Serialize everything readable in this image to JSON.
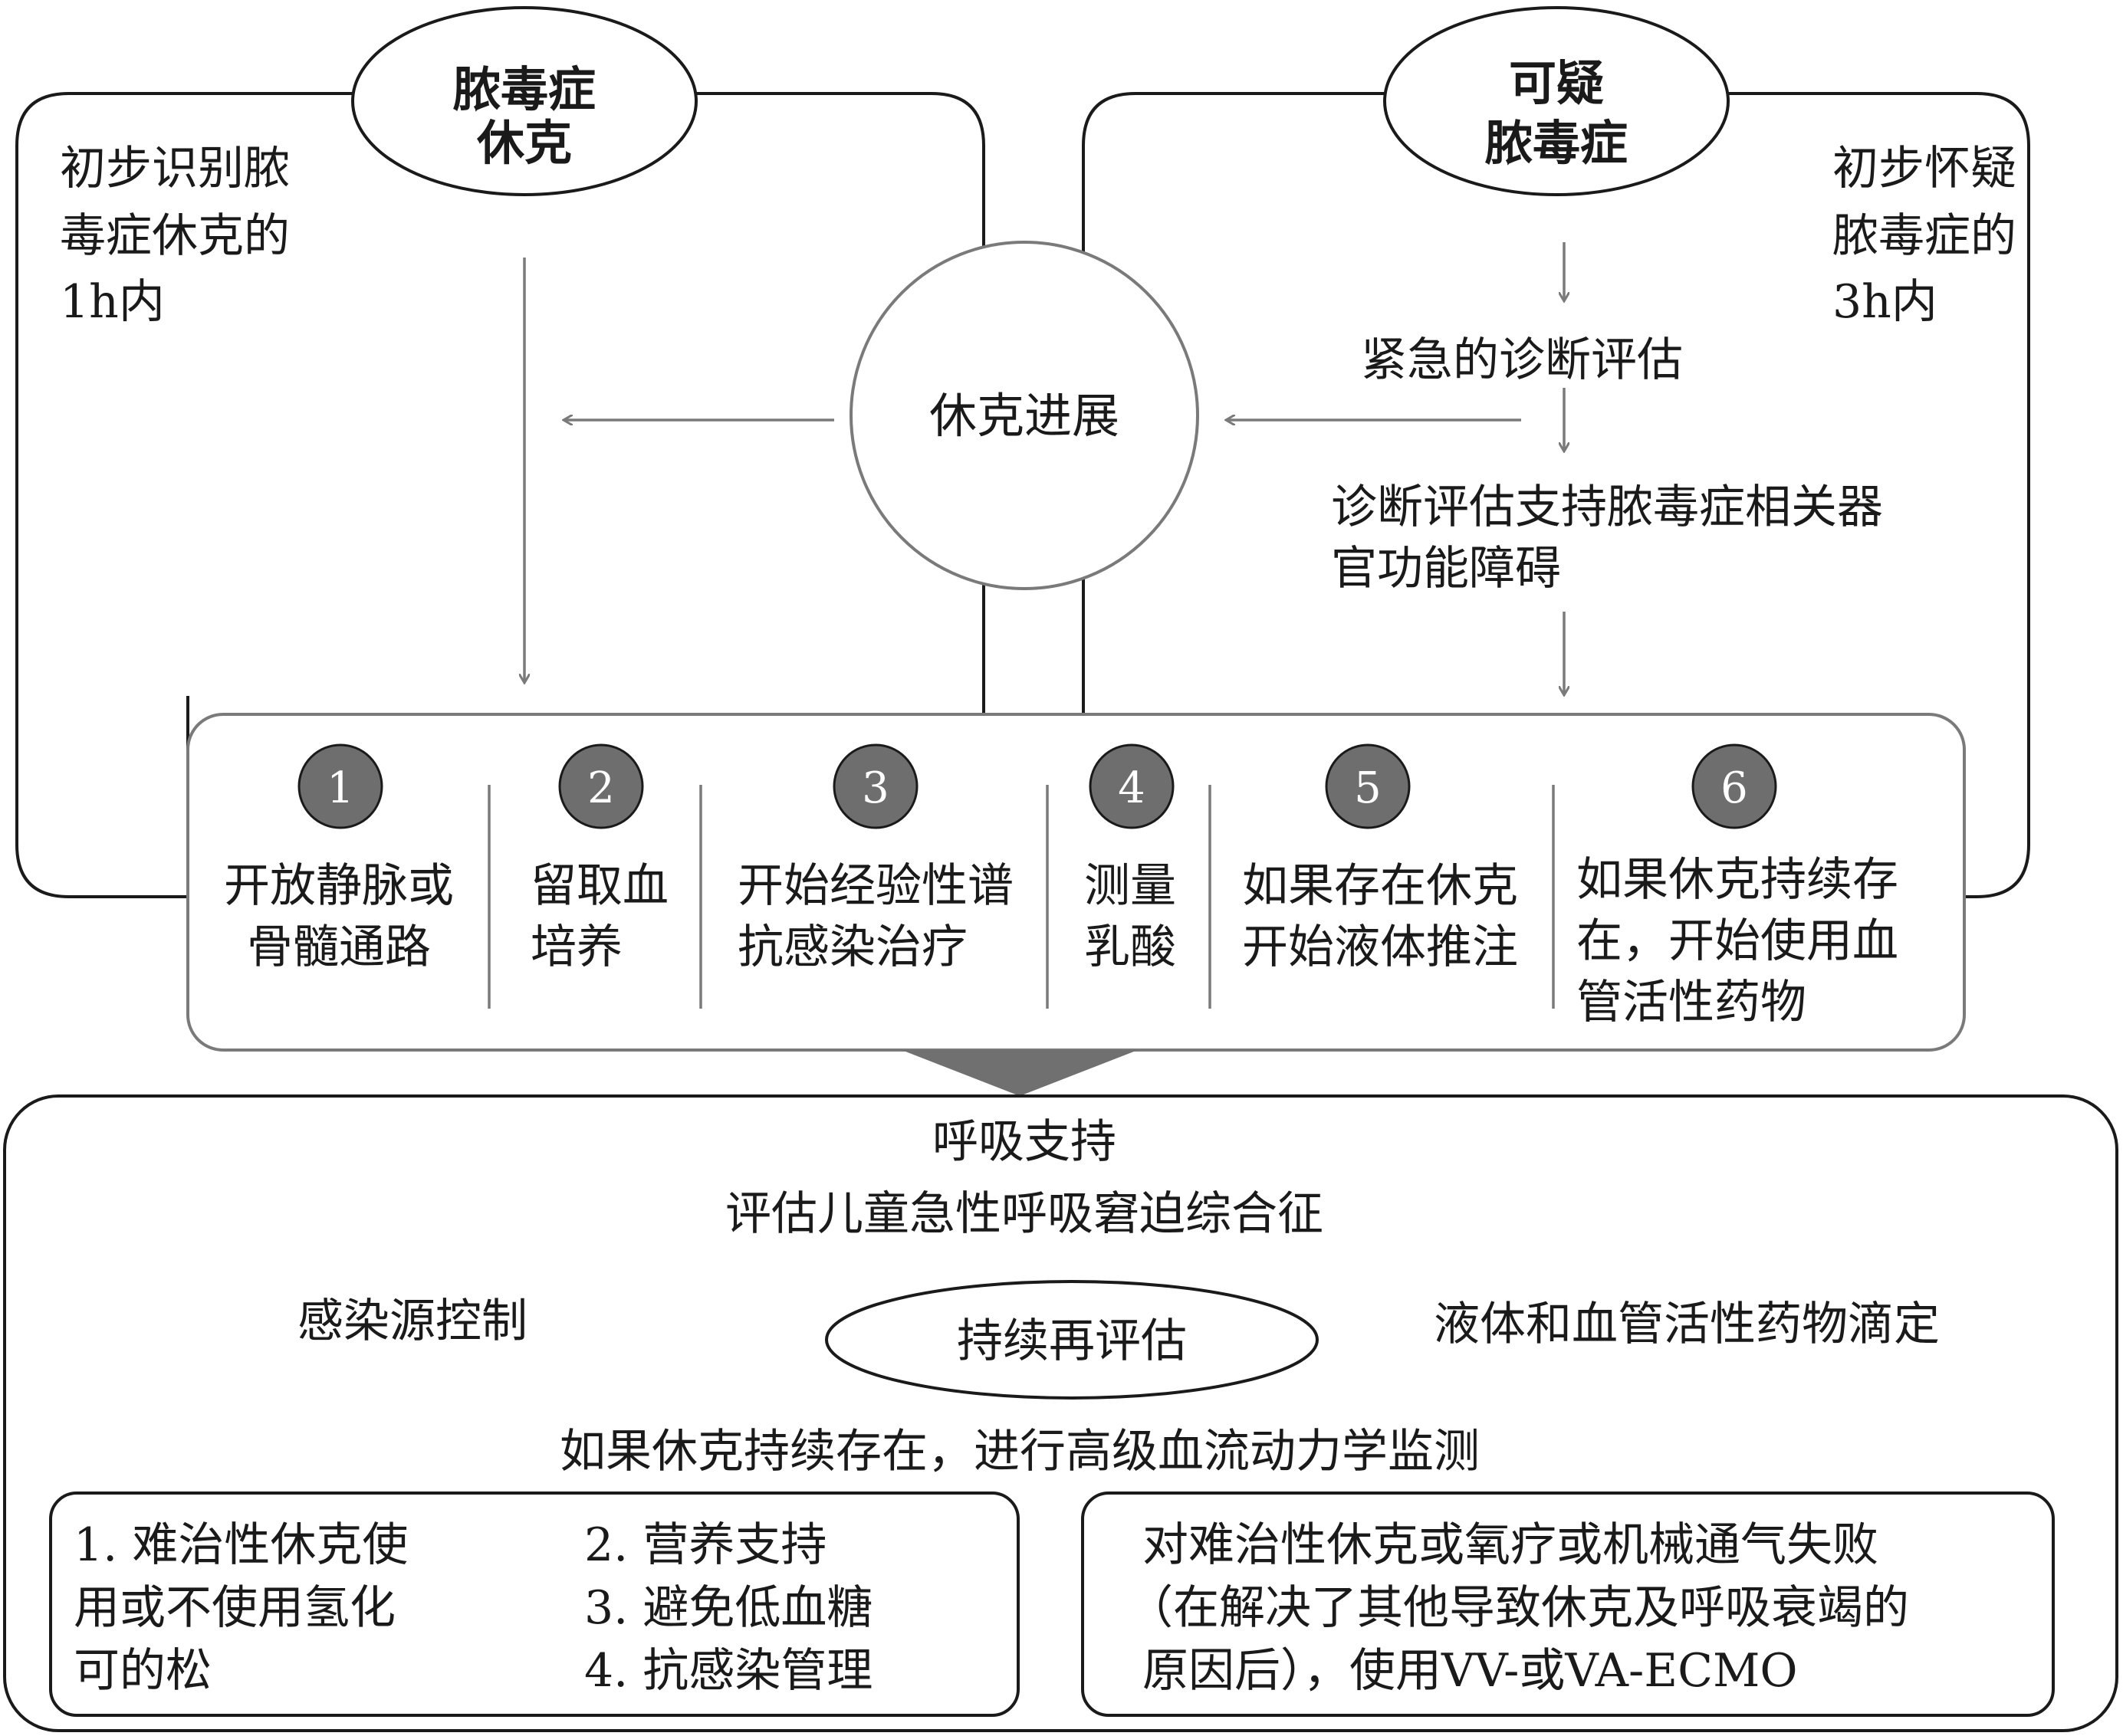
{
  "top_left": {
    "ellipse_line1": "脓毒症",
    "ellipse_line2": "休克",
    "note_lines": [
      "初步识别脓",
      "毒症休克的",
      "1h内"
    ]
  },
  "top_right": {
    "ellipse_line1": "可疑",
    "ellipse_line2": "脓毒症",
    "note_lines": [
      "初步怀疑",
      "脓毒症的",
      "3h内"
    ],
    "step1": "紧急的诊断评估",
    "step2_lines": [
      "诊断评估支持脓毒症相关器",
      "官功能障碍"
    ]
  },
  "center_circle": "休克进展",
  "steps": [
    {
      "num": "1",
      "lines": [
        "开放静脉或",
        "骨髓通路"
      ]
    },
    {
      "num": "2",
      "lines": [
        "留取血",
        "培养"
      ]
    },
    {
      "num": "3",
      "lines": [
        "开始经验性谱",
        "抗感染治疗"
      ]
    },
    {
      "num": "4",
      "lines": [
        "测量",
        "乳酸"
      ]
    },
    {
      "num": "5",
      "lines": [
        "如果存在休克",
        "开始液体推注"
      ]
    },
    {
      "num": "6",
      "lines": [
        "如果休克持续存",
        "在，开始使用血",
        "管活性药物"
      ]
    }
  ],
  "bottom": {
    "line1": "呼吸支持",
    "line2": "评估儿童急性呼吸窘迫综合征",
    "left_text": "感染源控制",
    "center_ellipse": "持续再评估",
    "right_text": "液体和血管活性药物滴定",
    "line3": "如果休克持续存在，进行高级血流动力学监测",
    "box_left_col1": [
      "1. 难治性休克使",
      "用或不使用氢化",
      "可的松"
    ],
    "box_left_col2": [
      "2. 营养支持",
      "3. 避免低血糖",
      "4. 抗感染管理"
    ],
    "box_right": [
      "对难治性休克或氧疗或机械通气失败",
      "（在解决了其他导致休克及呼吸衰竭的",
      "原因后），使用VV-或VA-ECMO"
    ]
  },
  "colors": {
    "line": "#1a1a1a",
    "gray_line": "#7a7a7a",
    "badge_fill": "#6e6e6e",
    "badge_text": "#ffffff",
    "arrow_fill": "#707070"
  }
}
